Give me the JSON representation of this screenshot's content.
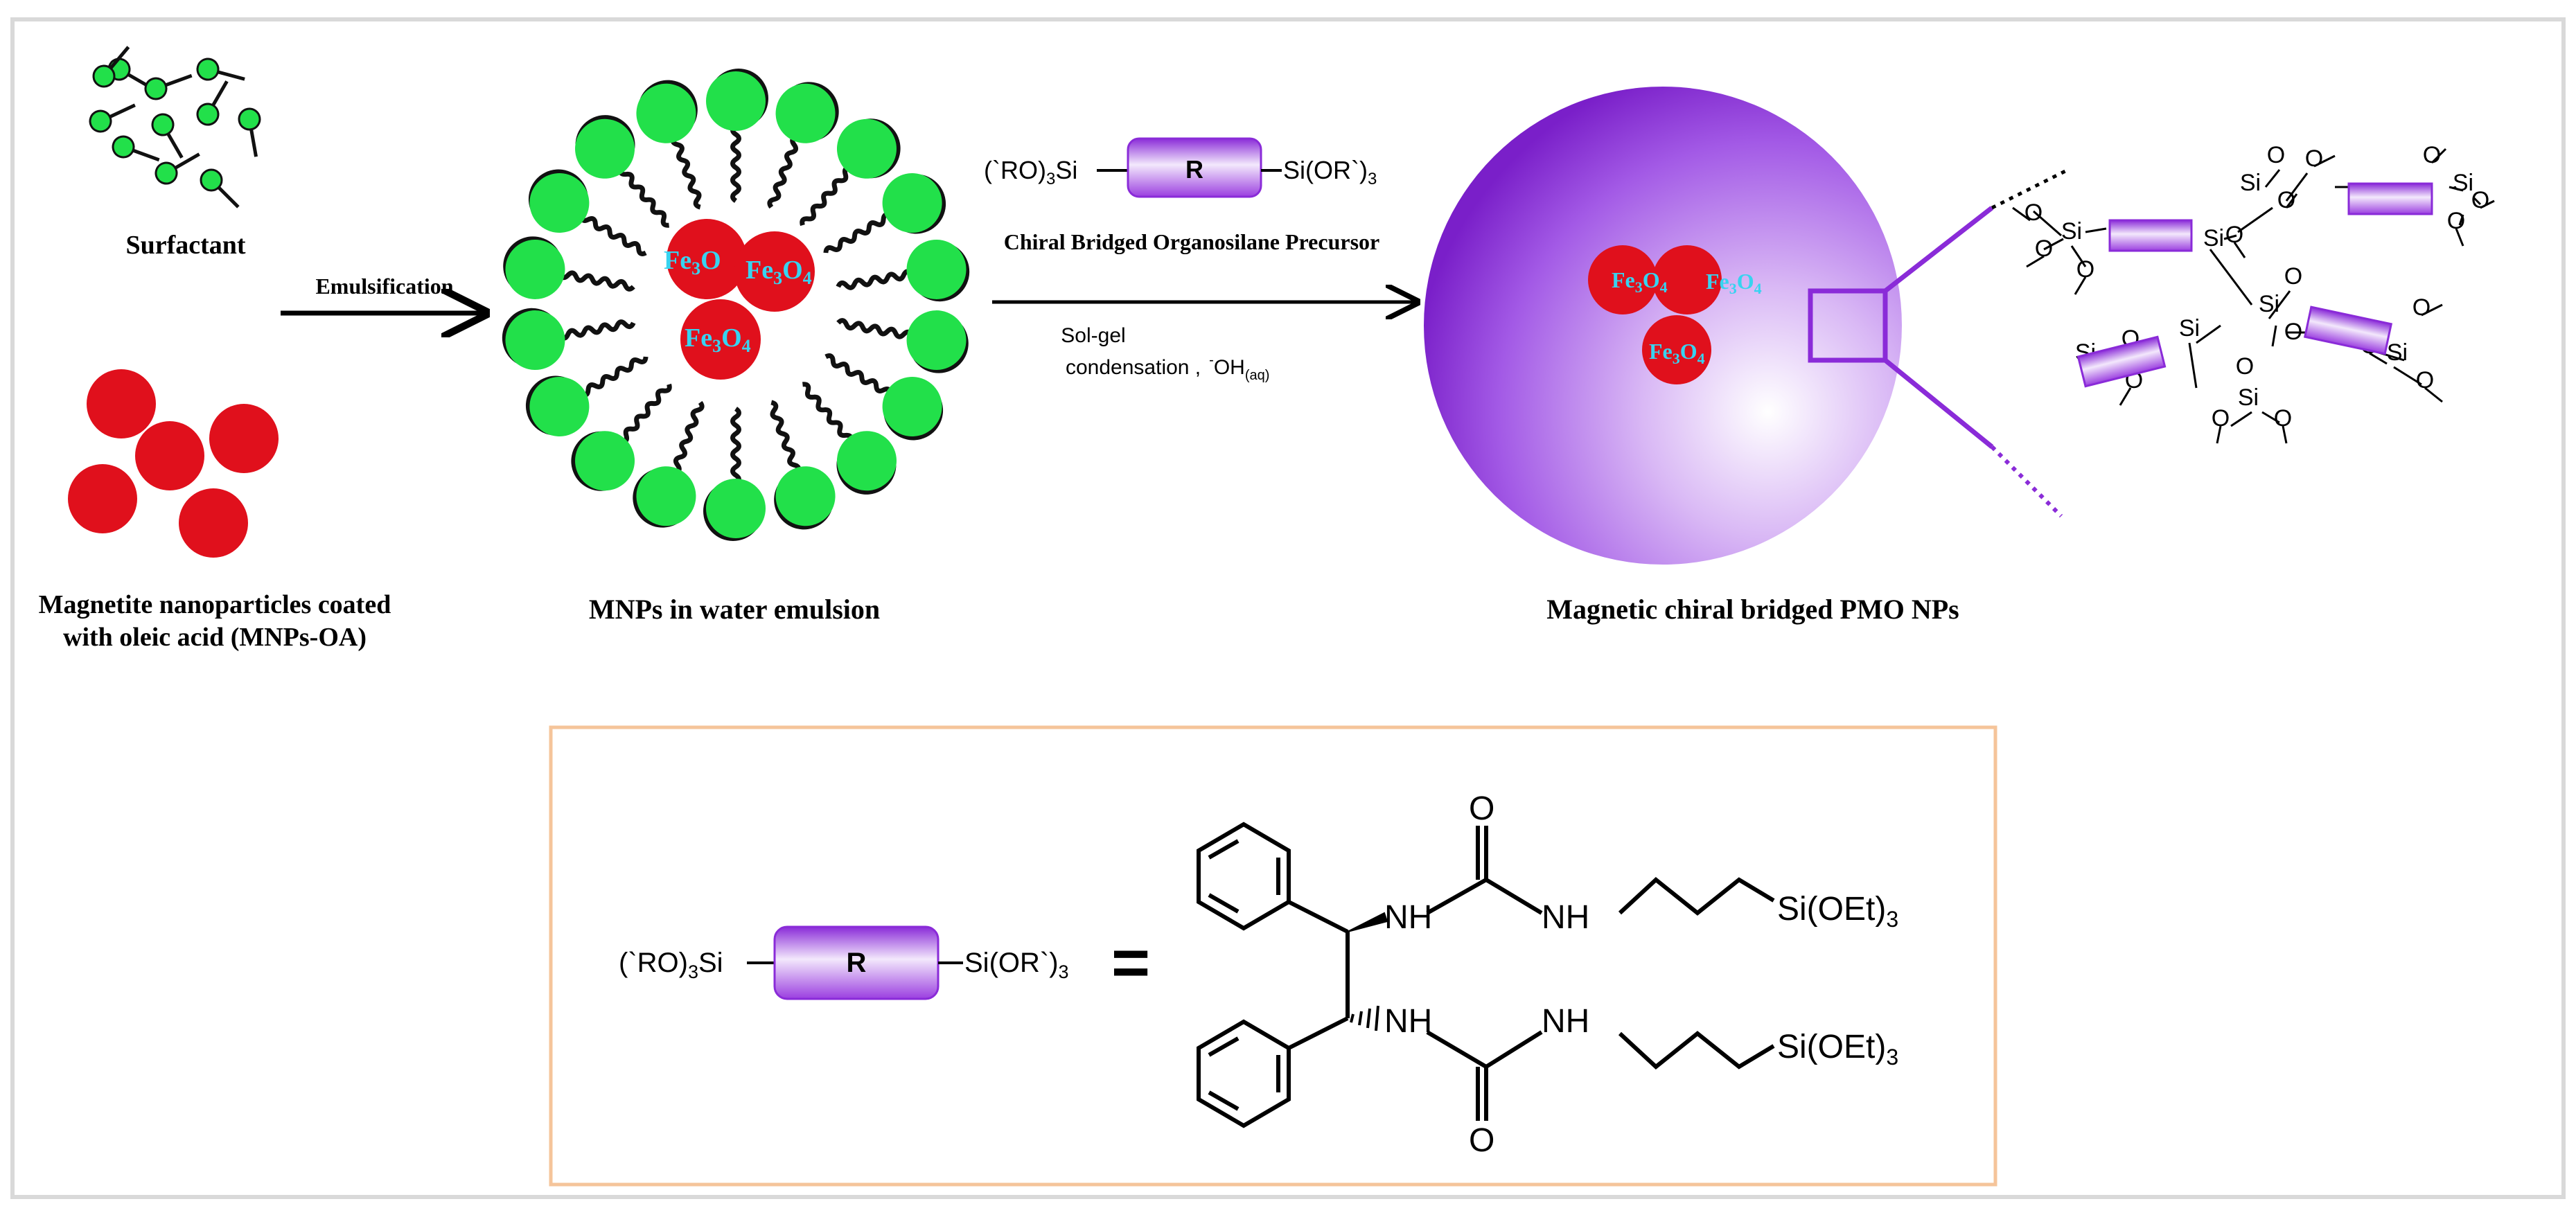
{
  "labels": {
    "surfactant": "Surfactant",
    "emulsification": "Emulsification",
    "mnps_oa_line1": "Magnetite nanoparticles coated",
    "mnps_oa_line2": "with oleic acid (MNPs-OA)",
    "emulsion": "MNPs in water emulsion",
    "precursor_caption": "Chiral Bridged Organosilane Precursor",
    "solgel_line1": "Sol-gel",
    "solgel_line2": "condensation ,",
    "hydroxide": "OH",
    "hydroxide_charge": "-",
    "hydroxide_sub": "(aq)",
    "pmo": "Magnetic chiral bridged PMO NPs"
  },
  "precursor": {
    "left": "(`RO)",
    "left_sub": "3",
    "left_si": "Si",
    "center": "R",
    "right": "Si(OR`)",
    "right_sub": "3"
  },
  "oxide": {
    "fe": "Fe",
    "sub3": "3",
    "o": "O",
    "sub4": "4"
  },
  "network": {
    "si": "Si",
    "o": "O"
  },
  "structure": {
    "nh": "NH",
    "o": "O",
    "si_oet": "Si(OEt)",
    "si_oet_sub": "3",
    "equals": "="
  },
  "colors": {
    "frame": "#d9d9d9",
    "green": "#22e04a",
    "red": "#e0101c",
    "oxide_text": "#37d3f0",
    "purple": "#8a2bd8",
    "purple_light": "#d9b8f5",
    "box_border": "#f5c49a"
  }
}
